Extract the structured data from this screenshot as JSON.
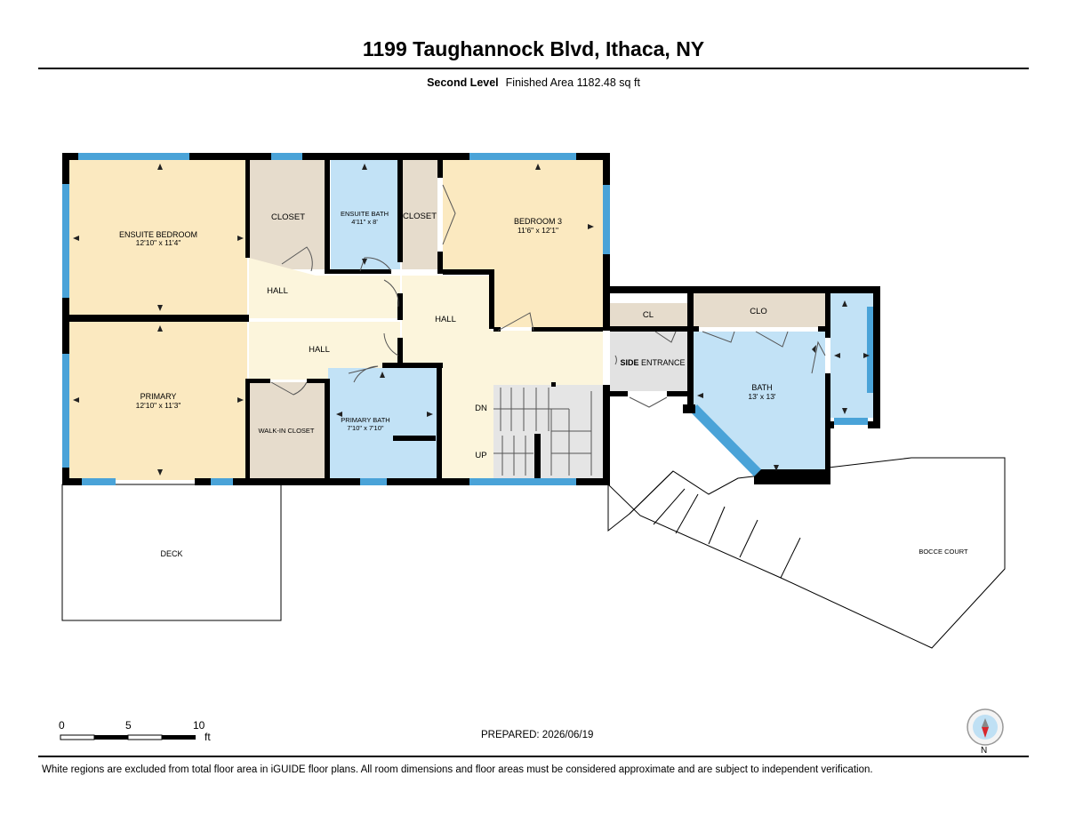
{
  "header": {
    "title": "1199 Taughannock Blvd, Ithaca, NY",
    "level": "Second Level",
    "finished_area": "Finished Area 1182.48 sq ft"
  },
  "rooms": {
    "ensuite_bedroom": {
      "name": "ENSUITE BEDROOM",
      "dims": "12'10\" x 11'4\""
    },
    "closet_1": {
      "name": "CLOSET"
    },
    "ensuite_bath": {
      "name": "ENSUITE BATH",
      "dims": "4'11\" x 8'"
    },
    "closet_2": {
      "name": "CLOSET"
    },
    "bedroom_3": {
      "name": "BEDROOM 3",
      "dims": "11'6\" x 12'1\""
    },
    "hall_1": {
      "name": "HALL"
    },
    "hall_2": {
      "name": "HALL"
    },
    "hall_3": {
      "name": "HALL"
    },
    "primary": {
      "name": "PRIMARY",
      "dims": "12'10\" x 11'3\""
    },
    "walkin_closet": {
      "name": "WALK-IN CLOSET"
    },
    "primary_bath": {
      "name": "PRIMARY BATH",
      "dims": "7'10\" x 7'10\""
    },
    "cl": {
      "name": "CL"
    },
    "clo": {
      "name": "CLO"
    },
    "side_entrance": {
      "name": "SIDE ENTRANCE",
      "bold": "SIDE",
      "rest": " ENTRANCE"
    },
    "bath": {
      "name": "BATH",
      "dims": "13' x 13'"
    },
    "deck": {
      "name": "DECK"
    },
    "bocce_court": {
      "name": "BOCCE COURT"
    }
  },
  "stairs": {
    "down": "DN",
    "up": "UP"
  },
  "scale": {
    "labels": [
      "0",
      "5",
      "10"
    ],
    "unit": "ft"
  },
  "prepared": "PREPARED: 2026/06/19",
  "compass": {
    "label": "N"
  },
  "footnote": "White regions are excluded from total floor area in iGUIDE floor plans. All room dimensions and floor areas must be considered approximate and are subject to independent verification.",
  "colors": {
    "bedroom": "#fbe9c0",
    "bath": "#c2e2f6",
    "closet": "#e6dccc",
    "hall": "#fcf5dc",
    "stair": "#e5e5e5",
    "wall": "#000000",
    "window": "#4aa3d8"
  }
}
